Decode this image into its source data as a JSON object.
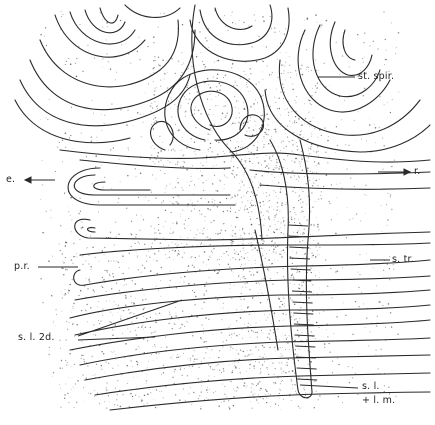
{
  "figure": {
    "ink_color": "#2a2a2a",
    "paper_color": "#ffffff",
    "labels": {
      "st_spir": "st. spir.",
      "e": "e.",
      "r": "r.",
      "pr": "p.r.",
      "s_tr": "s. tr.",
      "sl_2d": "s. l. 2d.",
      "sl": "s. l.",
      "lm": "+ l. m."
    }
  }
}
